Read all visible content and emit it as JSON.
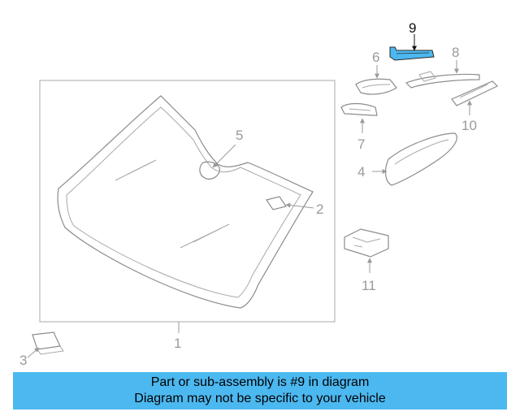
{
  "diagram": {
    "callouts": {
      "c1": "1",
      "c2": "2",
      "c3": "3",
      "c4": "4",
      "c5": "5",
      "c6": "6",
      "c7": "7",
      "c8": "8",
      "c9": "9",
      "c10": "10",
      "c11": "11"
    },
    "highlight_part": "9",
    "highlight_color": "#4cb8f0"
  },
  "banner": {
    "line1": "Part or sub-assembly is #9 in diagram",
    "line2": "Diagram may not be specific to your vehicle",
    "background": "#4cb8f0"
  }
}
